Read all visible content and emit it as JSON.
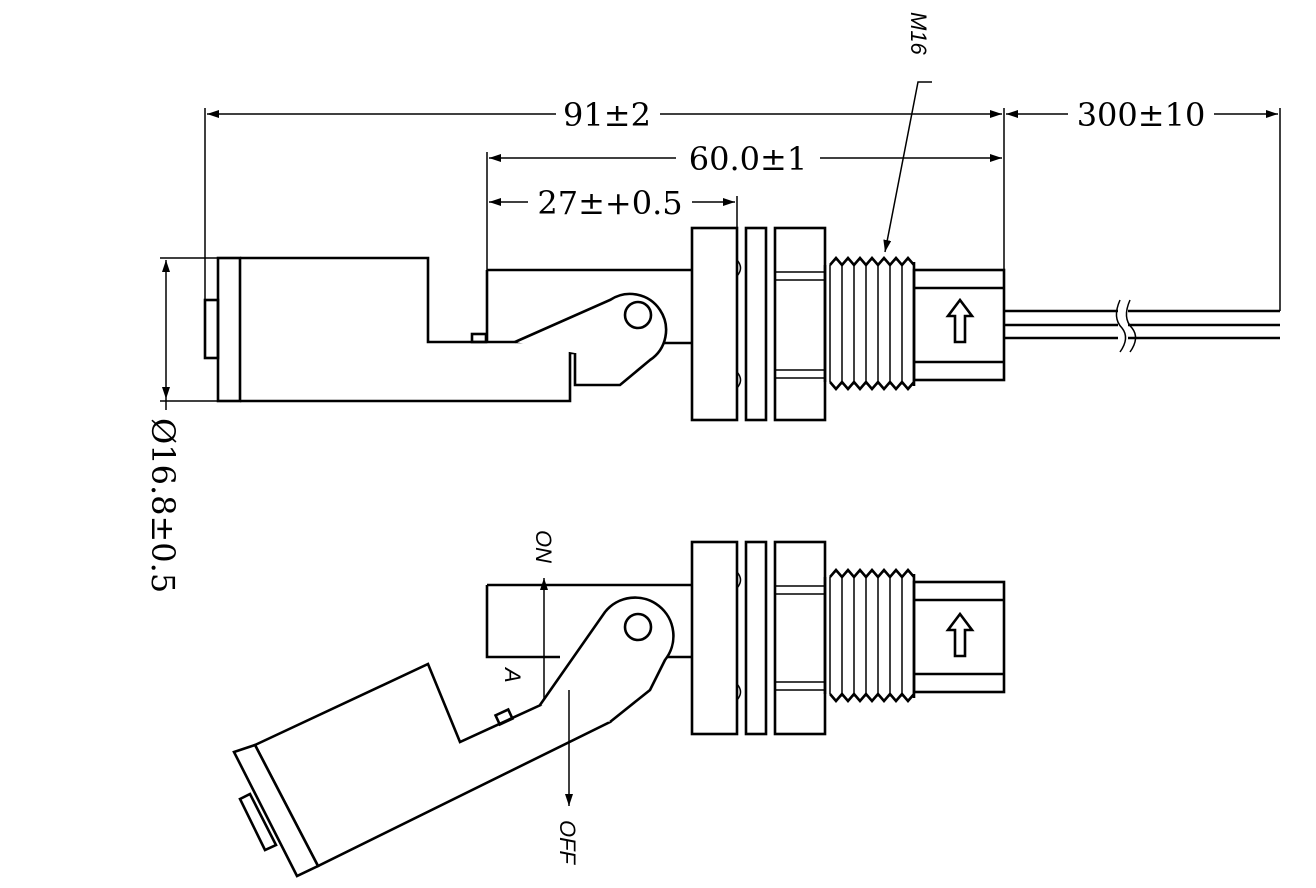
{
  "dimensions": {
    "overall_length": "91±2",
    "body_length": "60.0±1",
    "float_travel": "27±+0.5",
    "cable_length": "300±10",
    "float_diameter": "Ø16.8±0.5",
    "thread": "M16"
  },
  "states": {
    "on": "ON",
    "off": "OFF",
    "angle_marker": "A"
  },
  "colors": {
    "line": "#000000",
    "background": "#ffffff"
  }
}
